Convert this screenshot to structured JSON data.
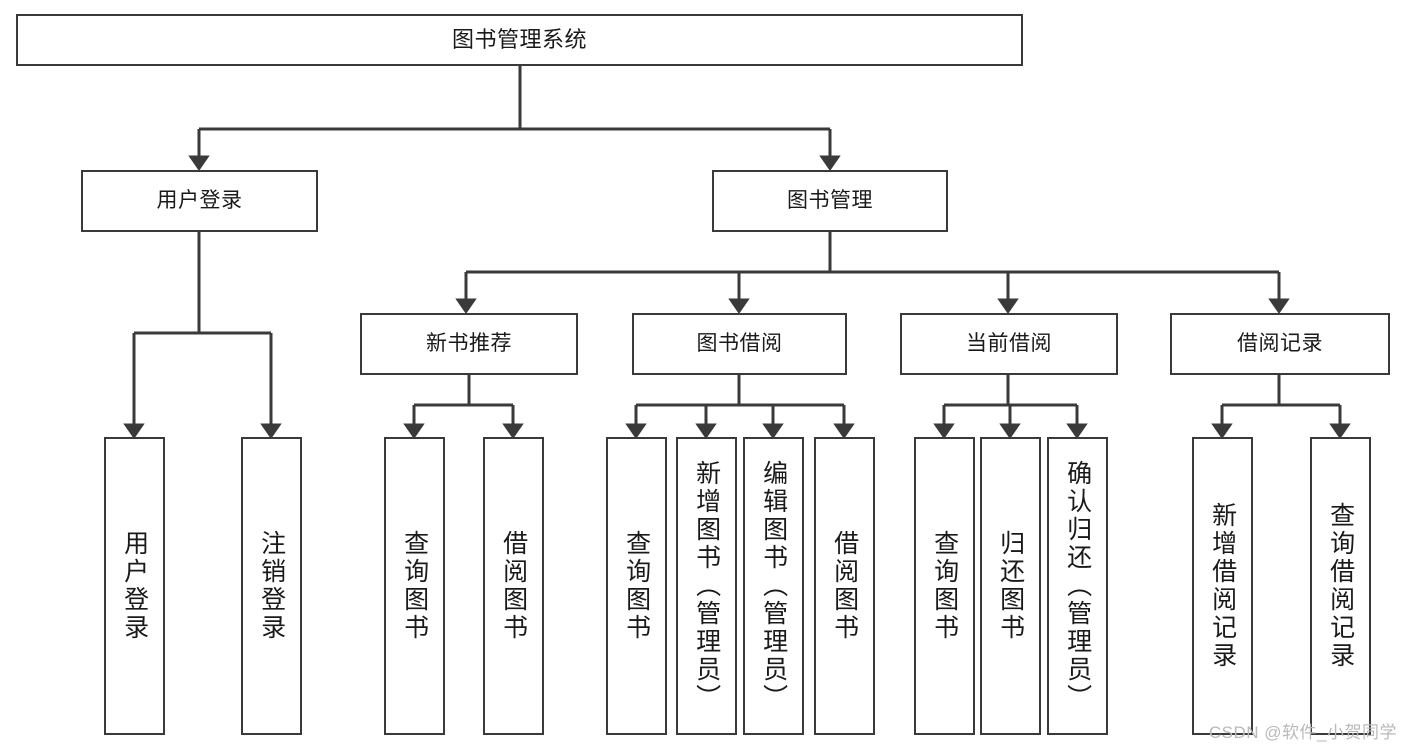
{
  "diagram": {
    "title": "图书管理系统",
    "watermark": "CSDN @软件_小贺同学",
    "line_color": "#3a3a3a",
    "box_fill": "#ffffff",
    "text_color": "#1a1a1a",
    "watermark_color": "#b9b9b9"
  },
  "nodes": {
    "root": {
      "label": "图书管理系统"
    },
    "level2": [
      {
        "label": "用户登录"
      },
      {
        "label": "图书管理"
      }
    ],
    "level3": [
      {
        "label": "新书推荐"
      },
      {
        "label": "图书借阅"
      },
      {
        "label": "当前借阅"
      },
      {
        "label": "借阅记录"
      }
    ],
    "leaves": {
      "user_login": [
        {
          "label": "用户登录"
        },
        {
          "label": "注销登录"
        }
      ],
      "new_book_recommend": [
        {
          "label": "查询图书"
        },
        {
          "label": "借阅图书"
        }
      ],
      "book_borrow": [
        {
          "label": "查询图书"
        },
        {
          "label": "新增图书（管理员）"
        },
        {
          "label": "编辑图书（管理员）"
        },
        {
          "label": "借阅图书"
        }
      ],
      "current_borrow": [
        {
          "label": "查询图书"
        },
        {
          "label": "归还图书"
        },
        {
          "label": "确认归还（管理员）"
        }
      ],
      "borrow_record": [
        {
          "label": "新增借阅记录"
        },
        {
          "label": "查询借阅记录"
        }
      ]
    }
  }
}
